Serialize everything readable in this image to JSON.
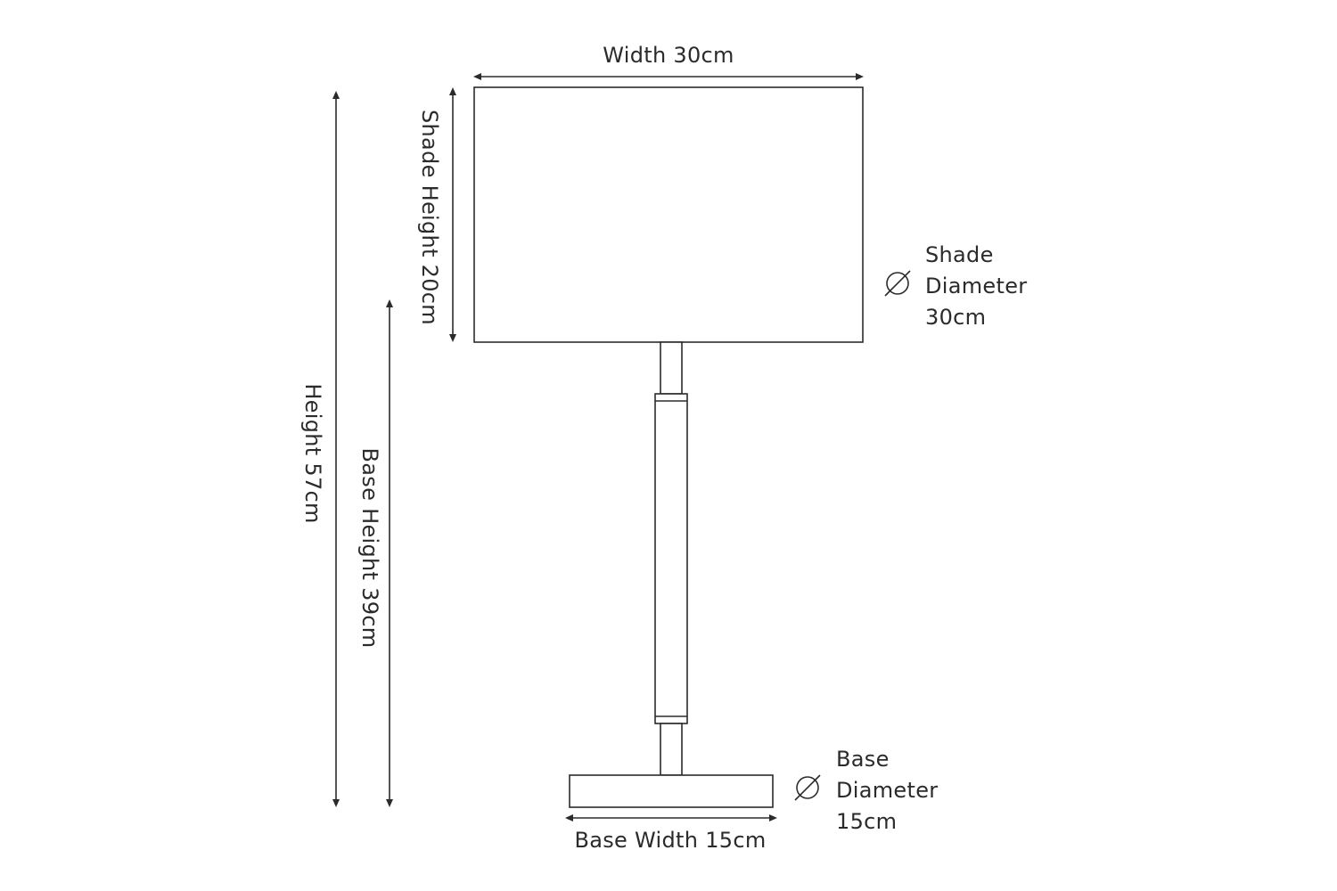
{
  "dimensions": {
    "width": "Width 30cm",
    "shade_height": "Shade Height 20cm",
    "height": "Height 57cm",
    "base_height": "Base Height 39cm",
    "base_width": "Base Width 15cm"
  },
  "shade_diameter": {
    "symbol": "Ø",
    "lines": [
      "Shade",
      "Diameter",
      "30cm"
    ]
  },
  "base_diameter": {
    "symbol": "Ø",
    "lines": [
      "Base",
      "Diameter",
      "15cm"
    ]
  },
  "colors": {
    "ink": "#2b2b2b",
    "background": "#ffffff"
  }
}
